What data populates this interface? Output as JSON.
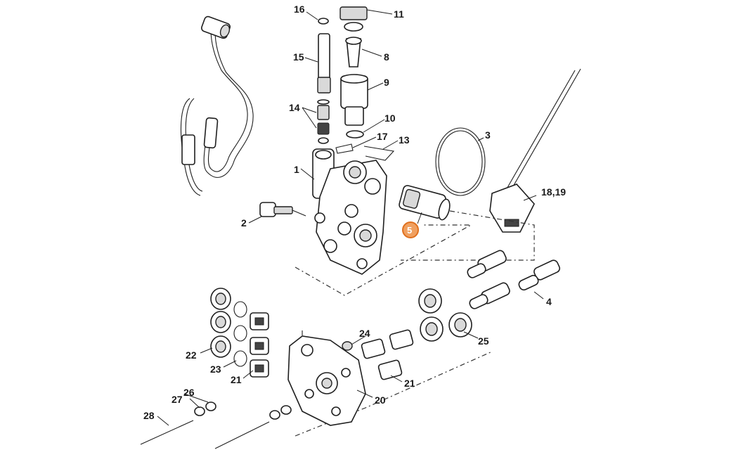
{
  "labels": {
    "p1": "1",
    "p2": "2",
    "p3": "3",
    "p4": "4",
    "p5": "5",
    "p8": "8",
    "p9": "9",
    "p10": "10",
    "p11": "11",
    "p13": "13",
    "p14": "14",
    "p15": "15",
    "p16": "16",
    "p17": "17",
    "p1819": "18,19",
    "p20": "20",
    "p21a": "21",
    "p21b": "21",
    "p22": "22",
    "p23": "23",
    "p24": "24",
    "p25": "25",
    "p26": "26",
    "p27": "27",
    "p28": "28"
  },
  "highlight": {
    "part": "5",
    "color": "#f0a060",
    "border": "#e0701e"
  }
}
